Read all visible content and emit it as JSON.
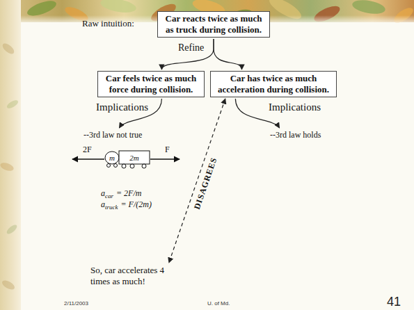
{
  "diagram": {
    "nodes": [
      {
        "text": [
          "Car reacts twice as much as truck during collision."
        ]
      },
      {
        "text": [
          "Car feels twice as much force during collision."
        ]
      },
      {
        "text": [
          "Car has twice as much acceleration during collision."
        ]
      },
      {
        "text": [
          "--3rd law not true"
        ]
      },
      {
        "text": [
          "--3rd law holds"
        ]
      },
      {
        "text": [
          "So, car accelerates 4 times as much!"
        ]
      }
    ],
    "edges": [
      {
        "from": 0,
        "to": 1,
        "arrow": "to"
      },
      {
        "from": 0,
        "to": 2,
        "arrow": "to"
      },
      {
        "from": 1,
        "to": 3,
        "label": "Implications",
        "arrow": "to"
      },
      {
        "from": 2,
        "to": 4,
        "label": "Implications",
        "arrow": "to"
      },
      {
        "from": 2,
        "to": 5,
        "label": "DISAGREES",
        "arrow": "both"
      }
    ],
    "labels": [
      "Raw intuition:",
      "Refine",
      "2F",
      "m",
      "2m",
      "F",
      "a",
      "car",
      "= 2F/m",
      "a",
      "truck",
      "= F/(2m)",
      "2/11/2003",
      "U. of Md.",
      "41"
    ]
  }
}
